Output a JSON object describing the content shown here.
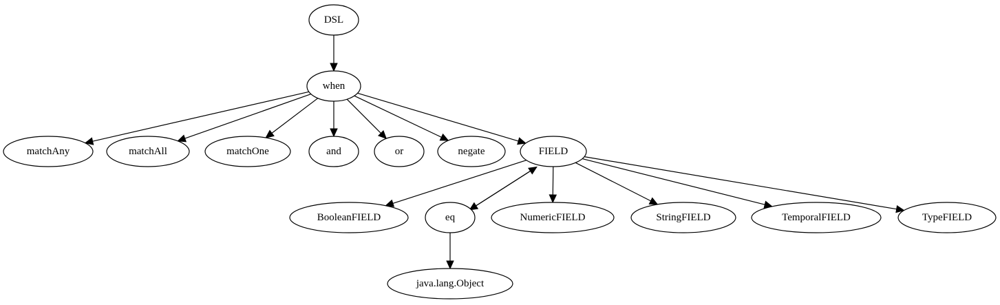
{
  "nodes": {
    "dsl": "DSL",
    "when": "when",
    "matchany": "matchAny",
    "matchall": "matchAll",
    "matchone": "matchOne",
    "and": "and",
    "or": "or",
    "negate": "negate",
    "field": "FIELD",
    "booleanfield": "BooleanFIELD",
    "eq": "eq",
    "numericfield": "NumericFIELD",
    "stringfield": "StringFIELD",
    "temporalfield": "TemporalFIELD",
    "typefield": "TypeFIELD",
    "javalangobject": "java.lang.Object"
  },
  "edges": [
    {
      "from": "DSL",
      "to": "when"
    },
    {
      "from": "when",
      "to": "matchAny"
    },
    {
      "from": "when",
      "to": "matchAll"
    },
    {
      "from": "when",
      "to": "matchOne"
    },
    {
      "from": "when",
      "to": "and"
    },
    {
      "from": "when",
      "to": "or"
    },
    {
      "from": "when",
      "to": "negate"
    },
    {
      "from": "when",
      "to": "FIELD"
    },
    {
      "from": "FIELD",
      "to": "BooleanFIELD"
    },
    {
      "from": "FIELD",
      "to": "eq"
    },
    {
      "from": "eq",
      "to": "FIELD"
    },
    {
      "from": "FIELD",
      "to": "NumericFIELD"
    },
    {
      "from": "FIELD",
      "to": "StringFIELD"
    },
    {
      "from": "FIELD",
      "to": "TemporalFIELD"
    },
    {
      "from": "FIELD",
      "to": "TypeFIELD"
    },
    {
      "from": "eq",
      "to": "java.lang.Object"
    }
  ]
}
